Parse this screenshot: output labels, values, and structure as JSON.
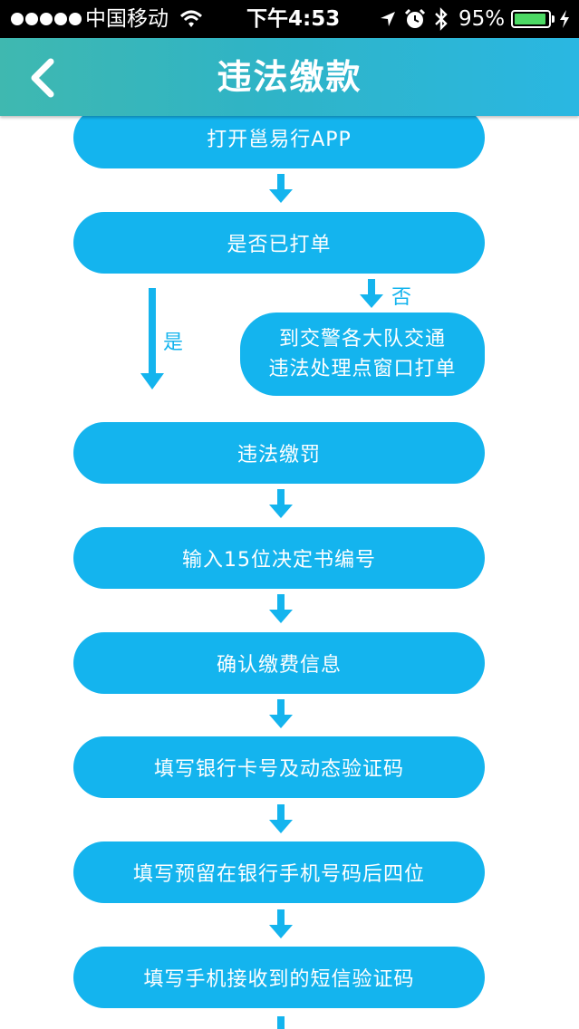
{
  "status_bar": {
    "carrier": "中国移动",
    "time": "下午4:53",
    "battery_percent": "95%",
    "battery_level": 0.95,
    "icons": [
      "signal-dots-icon",
      "wifi-icon",
      "location-arrow-icon",
      "alarm-icon",
      "bluetooth-icon",
      "battery-icon",
      "charging-bolt-icon"
    ]
  },
  "nav": {
    "title": "违法缴款",
    "back_icon": "chevron-left-icon"
  },
  "colors": {
    "accent": "#14b4ee",
    "nav_gradient_start": "#3fb8b0",
    "nav_gradient_end": "#2ab7e2"
  },
  "flow": {
    "steps": [
      "打开邕易行APP",
      "是否已打单",
      "违法缴罚",
      "输入15位决定书编号",
      "确认缴费信息",
      "填写银行卡号及动态验证码",
      "填写预留在银行手机号码后四位",
      "填写手机接收到的短信验证码"
    ],
    "branch": {
      "no_label": "否",
      "yes_label": "是",
      "no_step_line1": "到交警各大队交通",
      "no_step_line2": "违法处理点窗口打单"
    }
  }
}
